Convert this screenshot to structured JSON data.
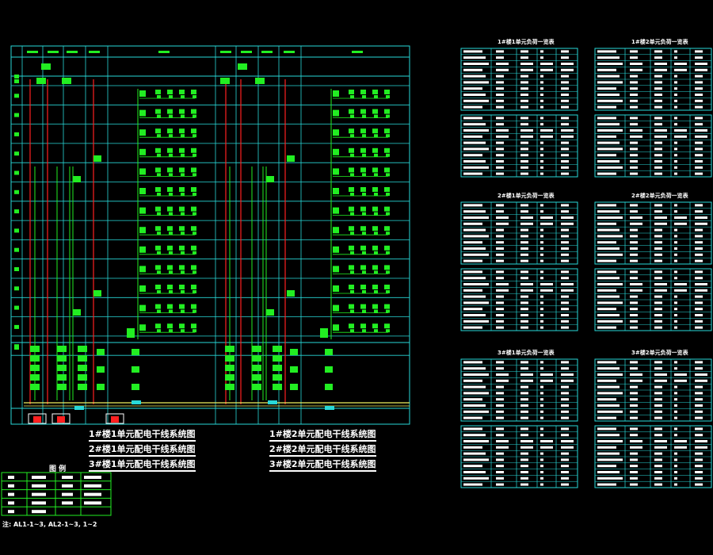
{
  "captions": {
    "left": [
      "1#楼1单元配电干线系统图",
      "2#楼1单元配电干线系统图",
      "3#楼1单元配电干线系统图"
    ],
    "right": [
      "1#楼2单元配电干线系统图",
      "2#楼2单元配电干线系统图",
      "3#楼2单元配电干线系统图"
    ]
  },
  "tables": {
    "titles": [
      "1#楼1单元负荷一览表",
      "1#楼2单元负荷一览表",
      "2#楼1单元负荷一览表",
      "2#楼2单元负荷一览表",
      "3#楼1单元负荷一览表",
      "3#楼2单元负荷一览表"
    ]
  },
  "legend": {
    "title": "图 例"
  },
  "note": "注: AL1-1~3, AL2-1~3, 1~2"
}
